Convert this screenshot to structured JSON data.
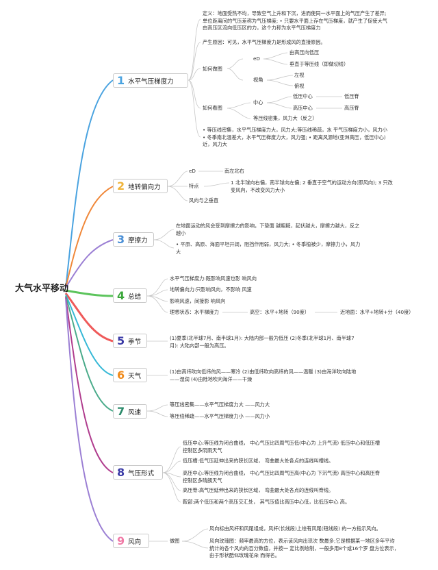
{
  "root": "大气水平移动",
  "colors": {
    "blue": "#4aa3e0",
    "orange": "#f0883a",
    "purple": "#9b7fd4",
    "green": "#5cc45c",
    "red": "#ef5a5a",
    "cyan": "#36b8d6",
    "teal": "#4aab8a",
    "magenta": "#b03d8e",
    "pink": "#f07aa6"
  },
  "branches": [
    {
      "num": "1",
      "label": "水平气压梯度力",
      "items": {
        "def": "定义：地面受热不均，导致空气上升和下沉，进而使同一水平面上的气压产生了差异; 单位距离间的气压差称为气压梯度; • 只要水平面上存在气压梯度，就产生了促使大气由高压区流向低压区的力，这个力称为水平气压梯度力",
        "cause": "产生原因：可见，水平气压梯度力是形成风的直接原因。",
        "how_draw": "如何做图",
        "ed": "eD",
        "ed_1": "由高压向低压",
        "ed_2": "垂直于等压线（即做切线）",
        "view": "视角",
        "view_1": "左视",
        "view_2": "俯视",
        "how_see": "如何看图",
        "center": "中心",
        "low_center": "低压中心",
        "low_ridge": "低压脊",
        "high_center": "高压中心",
        "high_ridge": "高压脊",
        "dense": "等压线密集，风力大（反之）",
        "bullets": "• 等压线密集，水平气压梯度力大，风力大;等压线稀疏，水 平气压梯度力小，风力小 • 冬季南北温差大，水平气压梯度力大，风力强; • 距离风源地(亚洲高压，低压中心)近，风力大"
      }
    },
    {
      "num": "2",
      "label": "地转偏向力",
      "items": {
        "ed": "eD",
        "ed_val": "南左北右",
        "feature": "特点",
        "feature_val": "1 北半球向右偏，南半球向左偏; 2 垂直于空气的运动方向(即风向); 3 只改变风向，不改变风力大小",
        "perp": "风向与之垂直"
      }
    },
    {
      "num": "3",
      "label": "摩擦力",
      "items": {
        "t1": "在地面运动的风会受到摩擦力的影响，下垫面 越粗糙，起伏越大，摩擦力越大，反之越小",
        "t2": "• 平原、高原、海面平坦开阔，阻挡作用弱，风力大; • 冬季植被少，摩擦力小，风力大"
      }
    },
    {
      "num": "4",
      "label": "总结",
      "items": {
        "t1": "水平气压梯度力:既影响风速也影 响风向",
        "t2": "地转偏向力:只影响风向，不影响 风速",
        "t3": "影响风速，间接影 响风向",
        "ideal": "理想状态：水平梯度力",
        "high": "高空：水平+地转（90度）",
        "near": "近地面：水平+地转+分（40度）"
      }
    },
    {
      "num": "5",
      "label": "季节",
      "items": {
        "t1": "(1)夏季(北半球7月、南半球1月): 大陆内部一般为低压 (2)冬季(北半球1月、南半球7月): 大陆内部一般为高压。"
      }
    },
    {
      "num": "6",
      "label": "天气",
      "items": {
        "t1": "(1)由高纬吹向低纬的风——寒冷 (2)由低纬吹向高纬的风——温暖 (3)由海洋吹向陆地——湿润 (4)由陆地吹向海洋——干燥"
      }
    },
    {
      "num": "7",
      "label": "风速",
      "items": {
        "t1": "等压线密集——水平气压梯度力大 ——风力大",
        "t2": "等压线稀疏——水平气压梯度力小 ——风力小"
      }
    },
    {
      "num": "8",
      "label": "气压形式",
      "items": {
        "t1": "低压中心:等压线为闭合曲线， 中心气压比四周气压低(中心为 上升气流) 低压中心和低压槽控制区多阴雨天气",
        "t2": "低压槽:低气压延伸出来的狭长区域， 弯曲最大处各点的连线叫槽线。",
        "t3": "高压中心:等压线为闭合曲线， 中心气压比四周气压高(中心为 下沉气流) 高压中心和高压脊控制区多晴朗天气",
        "t4": "高压脊:高气压延伸出来的狭长区域， 弯曲最大处各点的连线叫脊线。",
        "t5": "鞍部:两个低压和两个高压交汇处， 其气压值比高压中心低，比低压中心 高。"
      }
    },
    {
      "num": "9",
      "label": "风向",
      "items": {
        "draw": "做图",
        "t1": "风向标由风杆和风尾组成，风杆(长线段)上绘有风尾(短线段) 的一方指示风向。",
        "t2": "风向玫瑰图：频率最高的方位，表示该风向出现次 数最多;它是根据某一地区多年平均 统计的各个风向的百分数值，并按一 定比例绘制，一般多用8个或16个罗 盘方位表示，由于形状酷似玫瑰花朵 而得名。"
      }
    }
  ]
}
